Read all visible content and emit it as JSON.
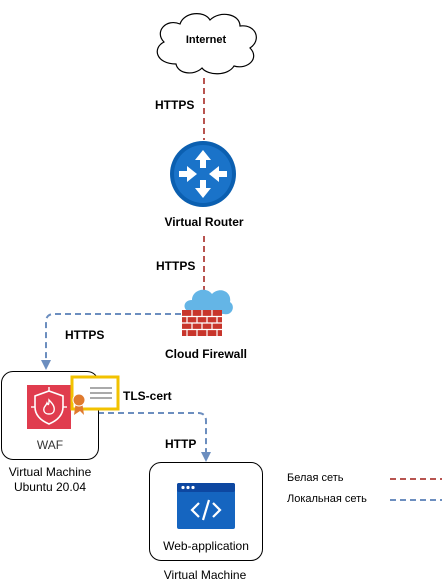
{
  "nodes": {
    "internet": {
      "label": "Internet"
    },
    "router": {
      "label": "Virtual Router"
    },
    "firewall": {
      "label": "Cloud Firewall"
    },
    "waf_vm": {
      "inner_label": "WAF",
      "caption_line1": "Virtual Machine",
      "caption_line2": "Ubuntu 20.04"
    },
    "tls_cert": {
      "label": "TLS-cert"
    },
    "web_vm": {
      "inner_label": "Web-application",
      "caption": "Virtual Machine"
    }
  },
  "edges": {
    "internet_router": {
      "label": "HTTPS",
      "network": "white"
    },
    "router_firewall": {
      "label": "HTTPS",
      "network": "white"
    },
    "firewall_waf": {
      "label": "HTTPS",
      "network": "local"
    },
    "waf_web": {
      "label": "HTTP",
      "network": "local"
    }
  },
  "legend": {
    "white_label": "Белая сеть",
    "local_label": "Локальная сеть"
  },
  "colors": {
    "white_network": "#b85450",
    "local_network": "#6c8ebf",
    "router_blue": "#0b5fb0",
    "waf_red": "#e03c4e",
    "cert_gold": "#f2c200",
    "web_blue": "#1565c0",
    "firewall_red": "#c8352b",
    "cloud_blue": "#64b5e6"
  }
}
